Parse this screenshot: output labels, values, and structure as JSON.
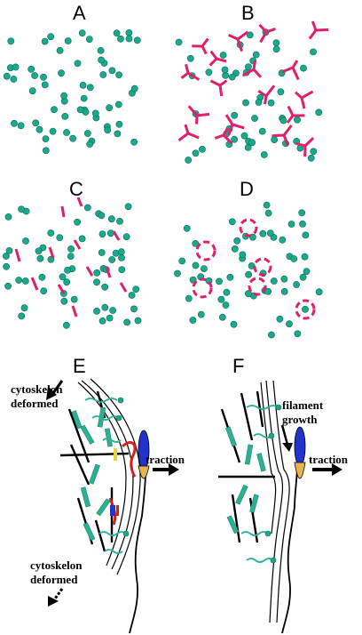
{
  "figure": {
    "panel_labels": [
      "A",
      "B",
      "C",
      "D",
      "E",
      "F"
    ],
    "annotations": {
      "e_top_deformed": [
        "cytoskelon",
        "deformed"
      ],
      "e_bottom_deformed": [
        "cytoskelon",
        "deformed"
      ],
      "e_traction": "traction",
      "f_filament_growth": [
        "filament",
        "growth"
      ],
      "f_traction": "traction"
    }
  },
  "colors": {
    "dot_fill": "#1aa98a",
    "magenta": "#e0206a",
    "blue": "#2233cc",
    "tan": "#e8b34a",
    "red": "#d62020"
  }
}
